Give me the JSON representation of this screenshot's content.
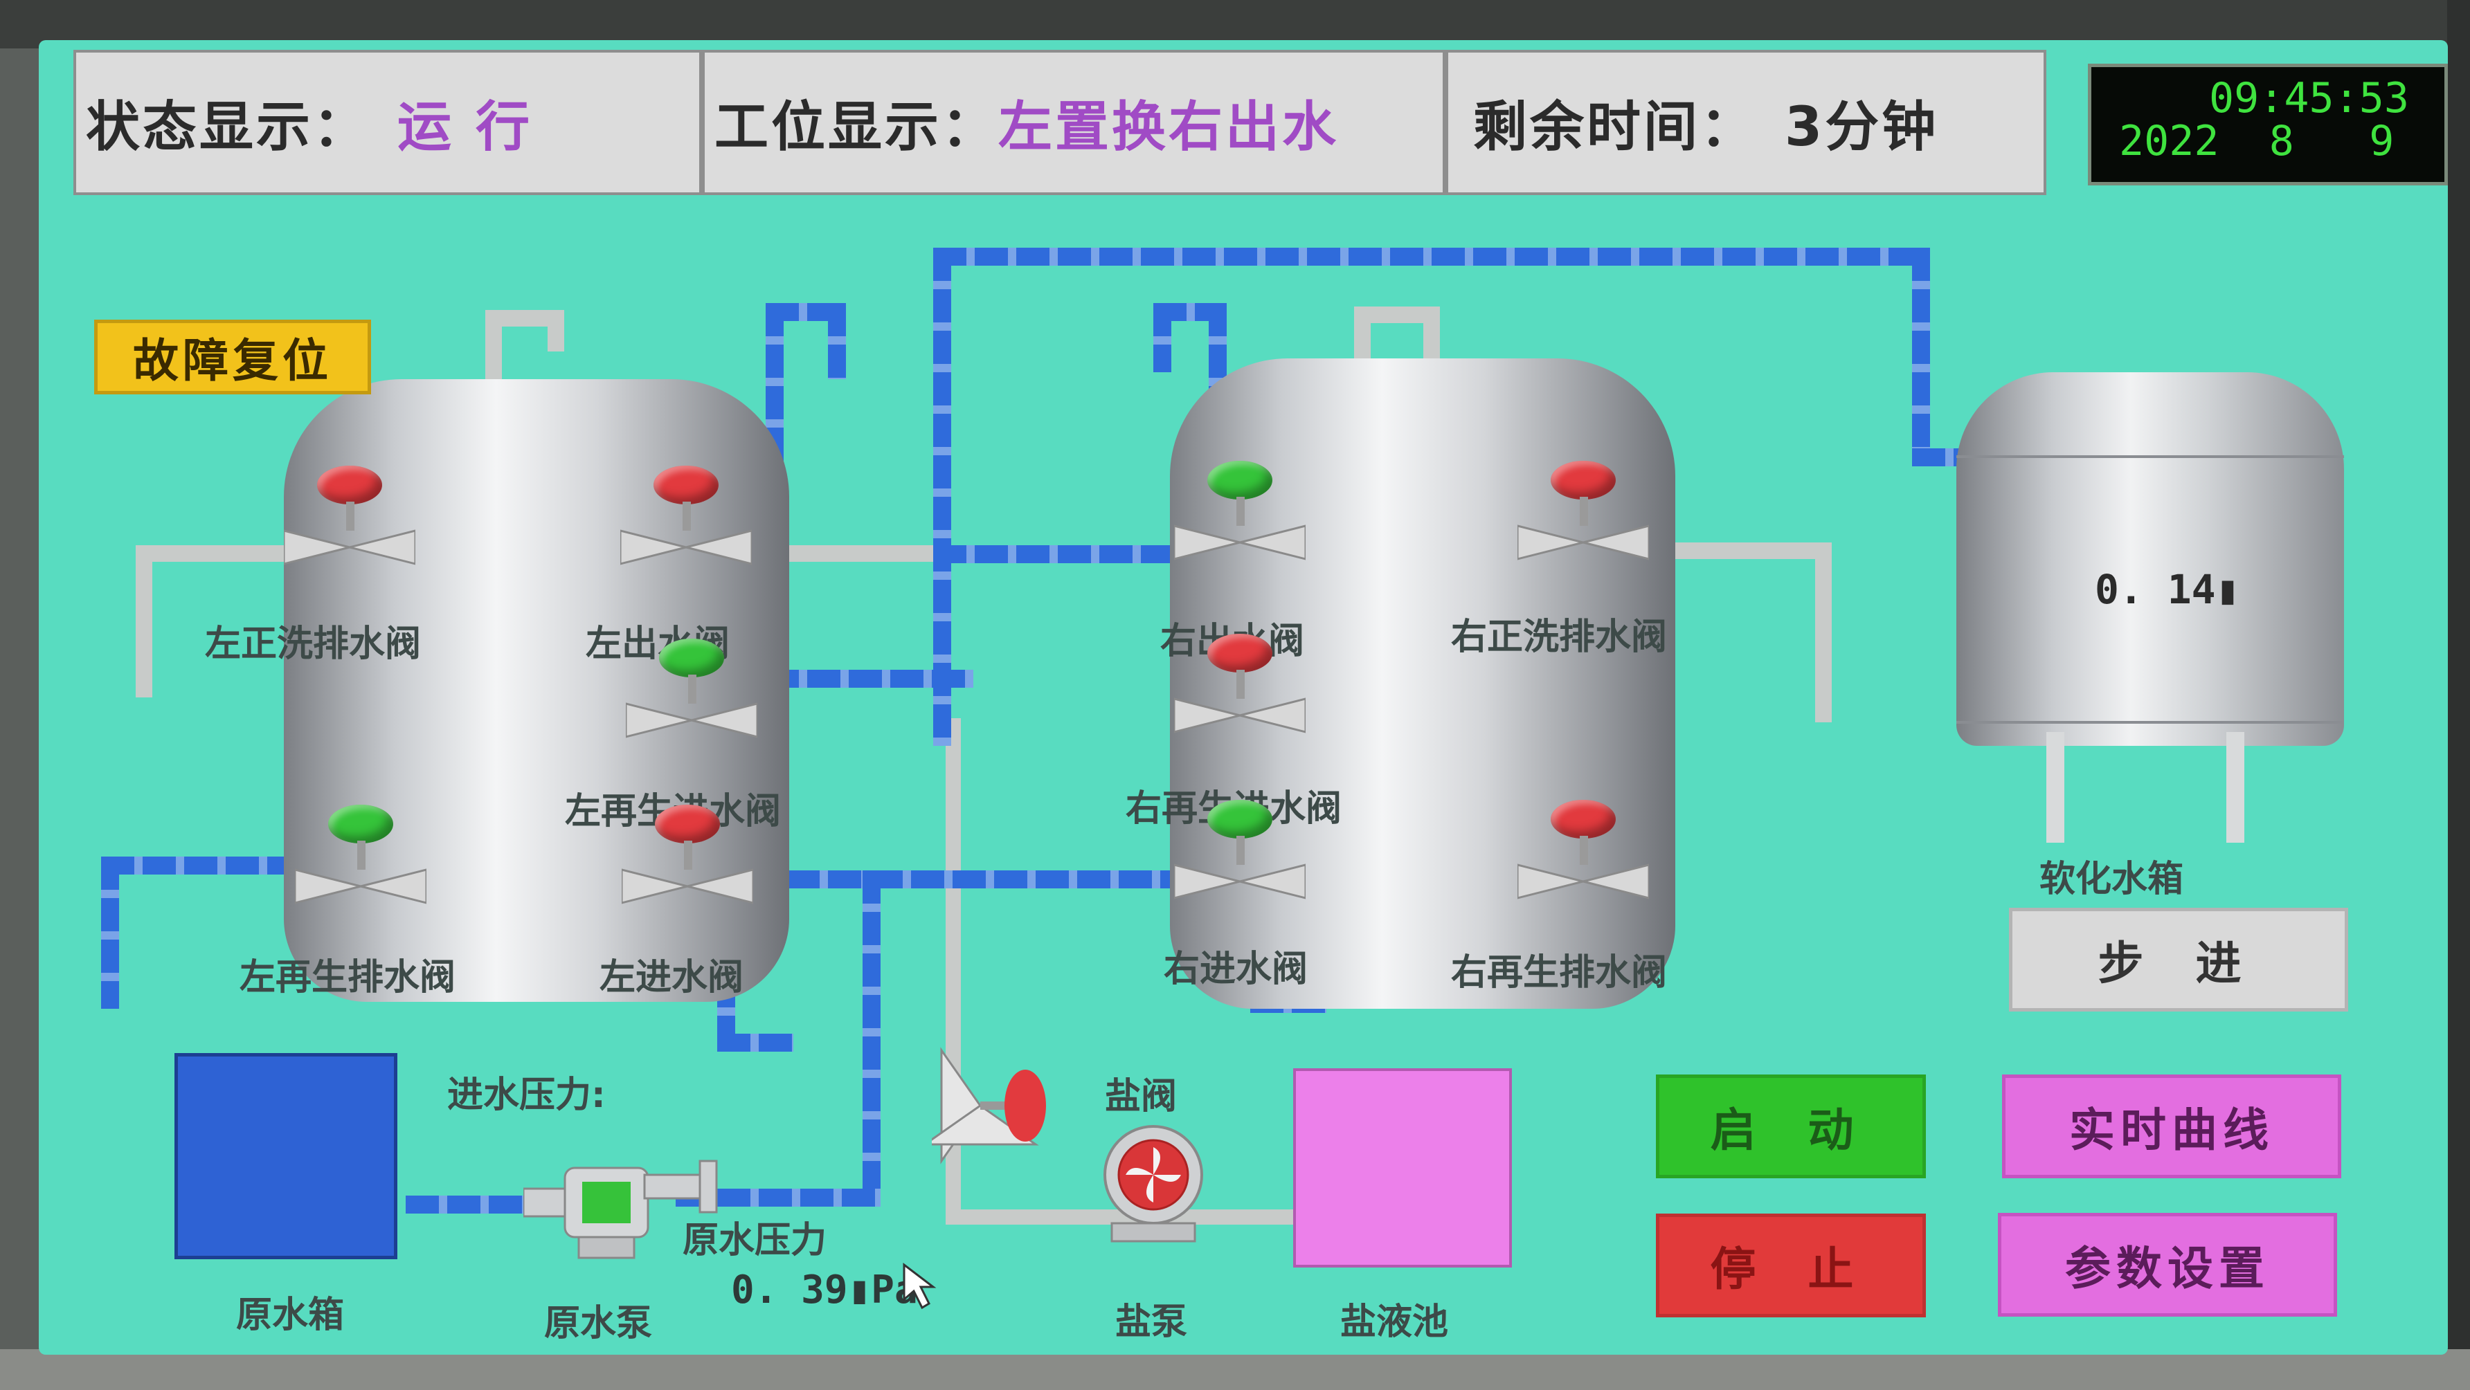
{
  "header": {
    "status_label": "状态显示：",
    "status_value": "运  行",
    "position_label": "工位显示：",
    "position_value": "左置换右出水",
    "remaining_label": "剩余时间：",
    "remaining_value": "3分钟"
  },
  "clock": {
    "time": "09:45:53",
    "date": "2022  8   9"
  },
  "buttons": {
    "fault_reset": "故障复位",
    "step": "步  进",
    "start": "启  动",
    "stop": "停  止",
    "realtime_curve": "实时曲线",
    "param_settings": "参数设置"
  },
  "valves": [
    {
      "id": "left-forward-wash-drain",
      "label": "左正洗排水阀",
      "state": "red"
    },
    {
      "id": "left-outlet",
      "label": "左出水阀",
      "state": "red"
    },
    {
      "id": "left-regen-inlet",
      "label": "左再生进水阀",
      "state": "green"
    },
    {
      "id": "left-regen-drain",
      "label": "左再生排水阀",
      "state": "green"
    },
    {
      "id": "left-inlet",
      "label": "左进水阀",
      "state": "red"
    },
    {
      "id": "right-outlet",
      "label": "右出水阀",
      "state": "green"
    },
    {
      "id": "right-forward-wash-drain",
      "label": "右正洗排水阀",
      "state": "red"
    },
    {
      "id": "right-regen-inlet",
      "label": "右再生进水阀",
      "state": "red"
    },
    {
      "id": "right-inlet",
      "label": "右进水阀",
      "state": "green"
    },
    {
      "id": "right-regen-drain",
      "label": "右再生排水阀",
      "state": "red"
    }
  ],
  "equipment": {
    "softened_tank_label": "软化水箱",
    "softened_tank_level": "0. 14▮",
    "raw_tank_label": "原水箱",
    "raw_pump_label": "原水泵",
    "raw_pressure_label": "原水压力",
    "raw_pressure_value": "0. 39▮Pa",
    "inlet_pressure_label": "进水压力:",
    "salt_valve_label": "盐阀",
    "salt_pump_label": "盐泵",
    "brine_tank_label": "盐液池"
  },
  "colors": {
    "screen_bg": "#58dcc0",
    "valve_open": "#35c43a",
    "valve_closed": "#e23a3e",
    "status_purple": "#a04bc5",
    "fault_reset_bg": "#f2c21b",
    "start_bg": "#2fc22b",
    "stop_bg": "#e13a3a",
    "magenta_btn_bg": "#e36ee0"
  }
}
